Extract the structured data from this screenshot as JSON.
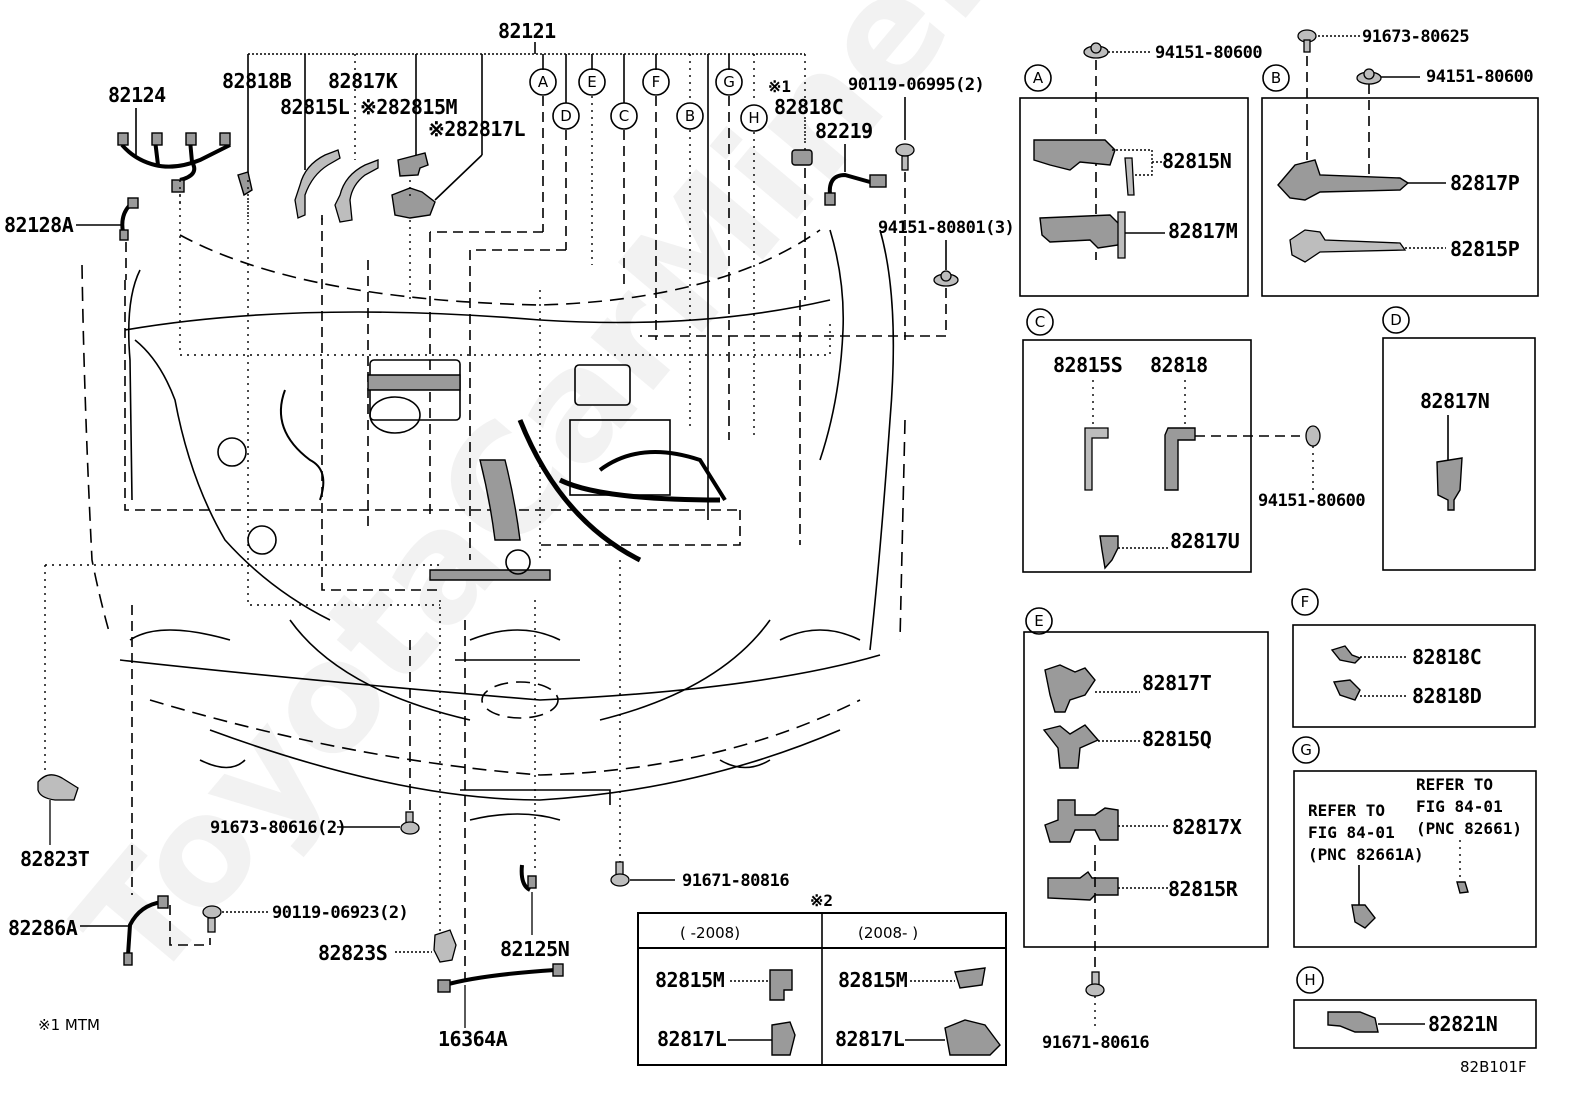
{
  "diagram": {
    "figure_code": "82B101F",
    "watermark": "ToyotaCarMine.ru",
    "main_harness": "82121",
    "callouts": {
      "A": "A",
      "B": "B",
      "C": "C",
      "D": "D",
      "E": "E",
      "F": "F",
      "G": "G",
      "H": "H"
    },
    "labels": {
      "p82124": "82124",
      "p82818B": "82818B",
      "p82817K": "82817K",
      "p82815L": "82815L",
      "p82815M_top": "※282815M",
      "p82817L_top": "※282817L",
      "note1_mark": "※1",
      "p82818C": "82818C",
      "p82219": "82219",
      "p90119_06995": "90119-06995(2)",
      "p94151_80801": "94151-80801(3)",
      "p82128A": "82128A",
      "p82823T": "82823T",
      "p91673_80616": "91673-80616(2)",
      "p82286A": "82286A",
      "p90119_06923": "90119-06923(2)",
      "p82823S": "82823S",
      "p82125N": "82125N",
      "p16364A": "16364A",
      "p91671_80816": "91671-80816"
    },
    "notes": {
      "note1": "※1 MTM",
      "note2_mark": "※2"
    },
    "detail_boxes": {
      "A": {
        "fasteners": [
          "94151-80600"
        ],
        "parts": [
          "82815N",
          "82817M"
        ]
      },
      "B": {
        "fasteners": [
          "91673-80625",
          "94151-80600"
        ],
        "parts": [
          "82817P",
          "82815P"
        ]
      },
      "C": {
        "parts": [
          "82815S",
          "82818",
          "82817U"
        ],
        "fasteners": [
          "94151-80600"
        ]
      },
      "D": {
        "parts": [
          "82817N"
        ]
      },
      "E": {
        "parts": [
          "82817T",
          "82815Q",
          "82817X",
          "82815R"
        ],
        "fasteners": [
          "91671-80616"
        ]
      },
      "F": {
        "parts": [
          "82818C",
          "82818D"
        ]
      },
      "G": {
        "refs": [
          {
            "line1": "REFER TO",
            "line2": "FIG 84-01",
            "line3": "(PNC 82661A)"
          },
          {
            "line1": "REFER TO",
            "line2": "FIG 84-01",
            "line3": "(PNC 82661)"
          }
        ]
      },
      "H": {
        "parts": [
          "82821N"
        ]
      }
    },
    "variant_table": {
      "headers": [
        "(      -2008)",
        "(2008-      )"
      ],
      "rows": [
        [
          "82815M",
          "82815M"
        ],
        [
          "82817L",
          "82817L"
        ]
      ]
    }
  }
}
